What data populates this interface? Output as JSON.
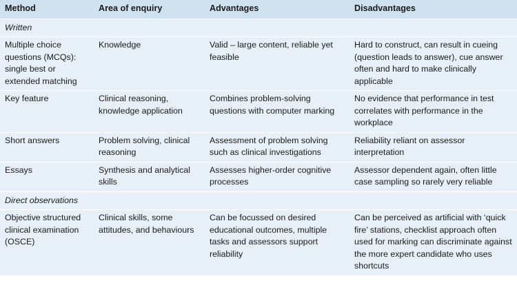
{
  "table": {
    "headers": [
      "Method",
      "Area of enquiry",
      "Advantages",
      "Disadvantages"
    ],
    "sections": [
      {
        "label": "Written",
        "rows": [
          {
            "method": "Multiple choice questions (MCQs): single best or extended matching",
            "area": "Knowledge",
            "advantages": "Valid – large content, reliable yet feasible",
            "disadvantages": "Hard to construct, can result in cueing (question leads to answer), cue answer often and hard to make clinically applicable"
          },
          {
            "method": "Key feature",
            "area": "Clinical reasoning, knowledge application",
            "advantages": "Combines problem-solving questions with computer marking",
            "disadvantages": "No evidence that performance in test correlates with performance in the workplace"
          },
          {
            "method": "Short answers",
            "area": "Problem solving, clinical reasoning",
            "advantages": "Assessment of problem solving such as clinical investigations",
            "disadvantages": "Reliability reliant on assessor interpretation"
          },
          {
            "method": "Essays",
            "area": "Synthesis and analytical skills",
            "advantages": "Assesses higher-order cognitive processes",
            "disadvantages": "Assessor dependent again, often little case sampling so rarely very reliable"
          }
        ]
      },
      {
        "label": "Direct observations",
        "rows": [
          {
            "method": "Objective structured clinical examination (OSCE)",
            "area": "Clinical skills, some attitudes, and behaviours",
            "advantages": "Can be focussed on desired educational outcomes, multiple tasks and assessors support reliability",
            "disadvantages": "Can be perceived as artificial with ‘quick fire’ stations, checklist approach often used for marking can discriminate against the more expert candidate who uses shortcuts"
          }
        ]
      }
    ]
  },
  "colors": {
    "header_bg": "#cfe0ef",
    "row_bg": "#e7f0f8",
    "divider": "#ffffff"
  }
}
